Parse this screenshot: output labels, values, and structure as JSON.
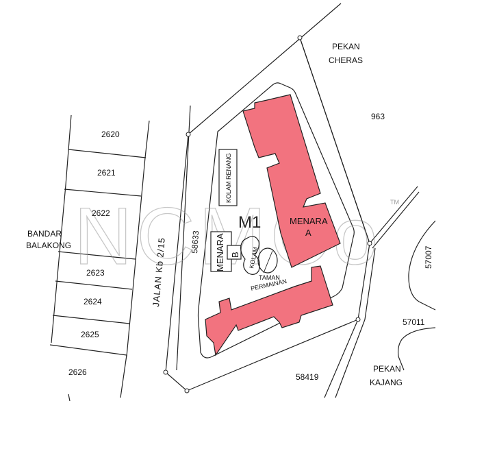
{
  "areas": {
    "pekan_cheras": [
      "PEKAN",
      "CHERAS"
    ],
    "pekan_kajang": [
      "PEKAN",
      "KAJANG"
    ],
    "bandar_balakong": [
      "BANDAR",
      "BALAKONG"
    ]
  },
  "lots": {
    "l963": "963",
    "l2620": "2620",
    "l2621": "2621",
    "l2622": "2622",
    "l2623": "2623",
    "l2624": "2624",
    "l2625": "2625",
    "l2626": "2626",
    "l58633": "58633",
    "l58419": "58419",
    "l57007": "57007",
    "l57011": "57011"
  },
  "road": "JALAN Kb 2/15",
  "site_label": "M1",
  "buildings": {
    "menara_a": [
      "MENARA",
      "A"
    ],
    "menara_b": [
      "MENARA",
      "B"
    ],
    "kolam_renang": "KOLAM RENANG",
    "kolam": "KOLAM",
    "taman_permainan": [
      "TAMAN",
      "PERMAINAN"
    ]
  },
  "watermark": "NCMCo",
  "watermark_tm": "TM",
  "colors": {
    "building_fill": "#f2737f",
    "line": "#222222",
    "background": "#ffffff"
  }
}
